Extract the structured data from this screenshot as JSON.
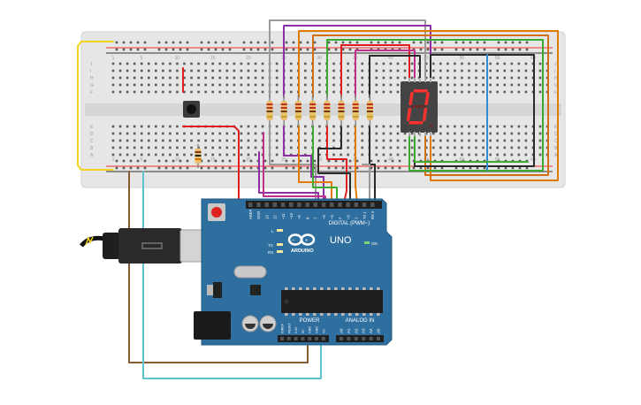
{
  "breadboard": {
    "column_numbers": [
      "1",
      "5",
      "10",
      "15",
      "20",
      "25",
      "30",
      "35",
      "40",
      "45",
      "50",
      "55",
      "60"
    ],
    "row_letters_top": [
      "J",
      "I",
      "H",
      "G",
      "F"
    ],
    "row_letters_bottom": [
      "E",
      "D",
      "C",
      "B",
      "A"
    ]
  },
  "display": {
    "digit": "0"
  },
  "arduino": {
    "model_label": "UNO",
    "brand_label": "ARDUINO",
    "digital_label": "DIGITAL (PWM~)",
    "power_label": "POWER",
    "analog_label": "ANALOG IN",
    "on_label": "ON",
    "l_label": "L",
    "tx_label": "TX",
    "rx_label": "RX",
    "top_pins": [
      "AREF",
      "GND",
      "13",
      "12",
      "~11",
      "~10",
      "~9",
      "8",
      "7",
      "~6",
      "~5",
      "4",
      "~3",
      "2",
      "TX 1",
      "RX 0"
    ],
    "power_pins": [
      "IOREF",
      "RESET",
      "3.3V",
      "5V",
      "GND",
      "GND",
      "Vin"
    ],
    "analog_pins": [
      "A0",
      "A1",
      "A2",
      "A3",
      "A4",
      "A5"
    ]
  },
  "colors": {
    "board_blue": "#2f6f9f",
    "breadboard": "#e6e6e6",
    "segment_on": "#ff3030",
    "wire_gray": "#9a9a9a",
    "wire_purple": "#8e2fa8",
    "wire_orange": "#e07a00",
    "wire_green": "#3bab2f",
    "wire_red": "#e02020",
    "wire_magenta": "#c0308c",
    "wire_black": "#2a2a2a",
    "wire_blue": "#2e8bd6",
    "wire_yellow": "#f3d21a",
    "wire_brown": "#8a5a32",
    "wire_cyan": "#5fc2cf"
  }
}
